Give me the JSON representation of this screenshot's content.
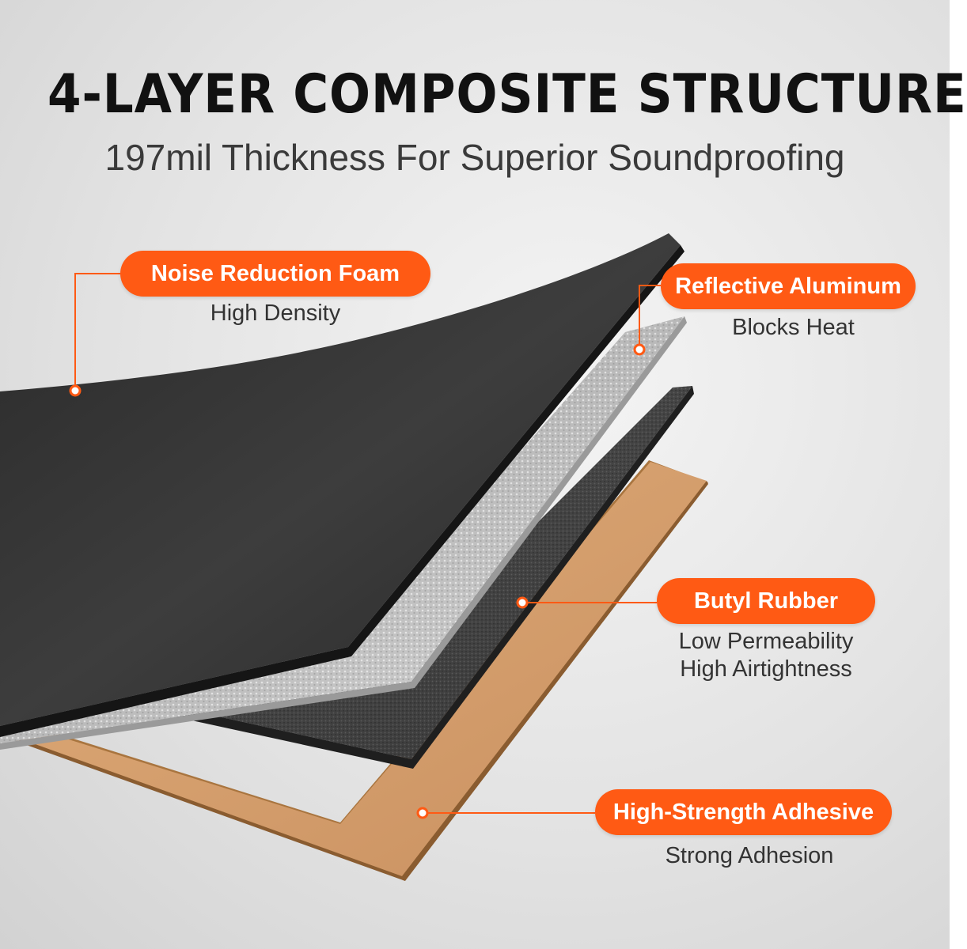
{
  "header": {
    "title": "4-LAYER COMPOSITE STRUCTURE",
    "subtitle": "197mil  Thickness For Superior Soundproofing"
  },
  "layers": [
    {
      "label": "Noise Reduction Foam",
      "descriptions": [
        "High Density"
      ]
    },
    {
      "label": "Reflective Aluminum",
      "descriptions": [
        "Blocks Heat"
      ]
    },
    {
      "label": "Butyl Rubber",
      "descriptions": [
        "Low Permeability",
        "High Airtightness"
      ]
    },
    {
      "label": "High-Strength Adhesive",
      "descriptions": [
        "Strong Adhesion"
      ]
    }
  ],
  "colors": {
    "accent": "#ff5a14",
    "foam": "#3b3b3b",
    "aluminum": "#c9c9c9",
    "butyl": "#454545",
    "adhesive": "#d6a06a"
  }
}
